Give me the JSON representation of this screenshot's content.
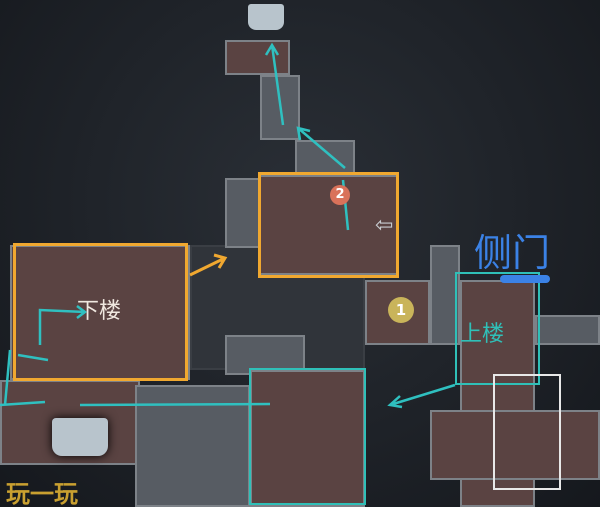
{
  "labels": {
    "downstairs": "下楼",
    "upstairs": "上楼",
    "side_door": "侧门"
  },
  "markers": [
    {
      "id": "2",
      "color": "#d9725a"
    },
    {
      "id": "1",
      "color": "#c9b45a"
    }
  ],
  "watermark": "玩一玩",
  "colors": {
    "highlight_orange": "#f0a830",
    "highlight_teal": "#2fc0b8",
    "side_door_blue": "#3b82e6",
    "route": "#2fc0c0"
  },
  "icons": [
    "treasure-chest-icon",
    "exit-icon"
  ]
}
